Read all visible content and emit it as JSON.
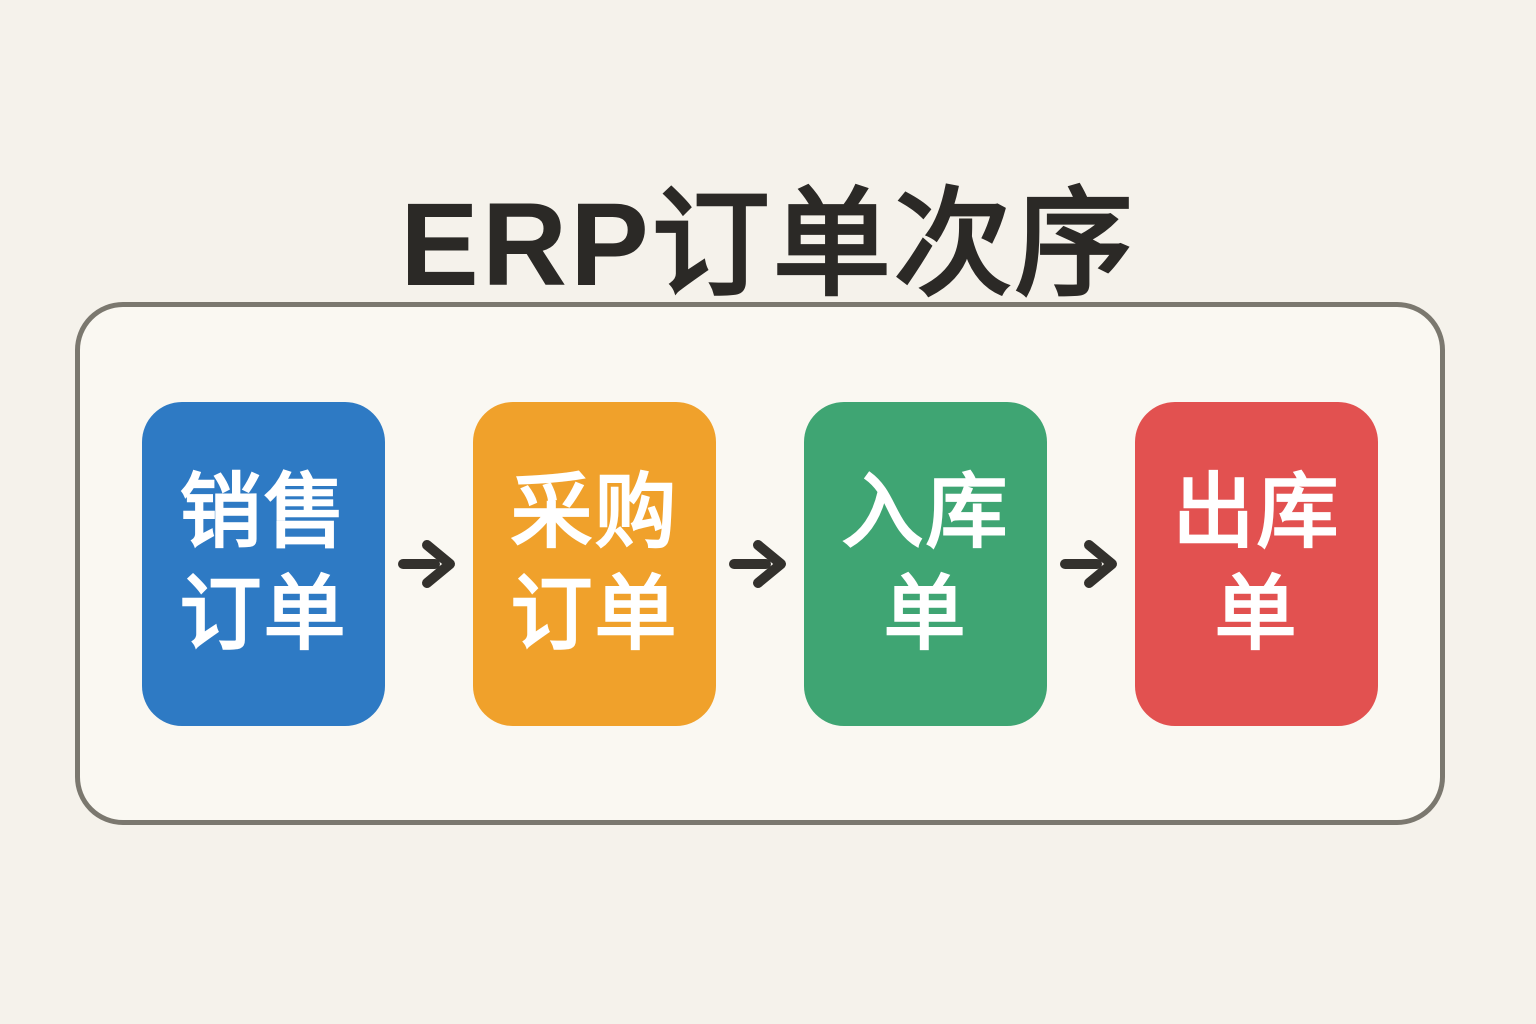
{
  "title": {
    "text": "ERP订单次序",
    "color": "#2b2926"
  },
  "panel": {
    "border_color": "#7b786f",
    "background": "#faf8f2"
  },
  "page": {
    "background": "#f5f2eb"
  },
  "flow": {
    "text_color": "#ffffff",
    "arrow_color": "#33312d",
    "arrow_icon": "right-arrow",
    "steps": [
      {
        "id": "sales-order",
        "line1": "销售",
        "line2": "订单",
        "color": "#2e7ac4"
      },
      {
        "id": "purchase-order",
        "line1": "采购",
        "line2": "订单",
        "color": "#f0a12b"
      },
      {
        "id": "inbound-order",
        "line1": "入库",
        "line2": "单",
        "color": "#3fa573"
      },
      {
        "id": "outbound-order",
        "line1": "出库",
        "line2": "单",
        "color": "#e25150"
      }
    ]
  }
}
